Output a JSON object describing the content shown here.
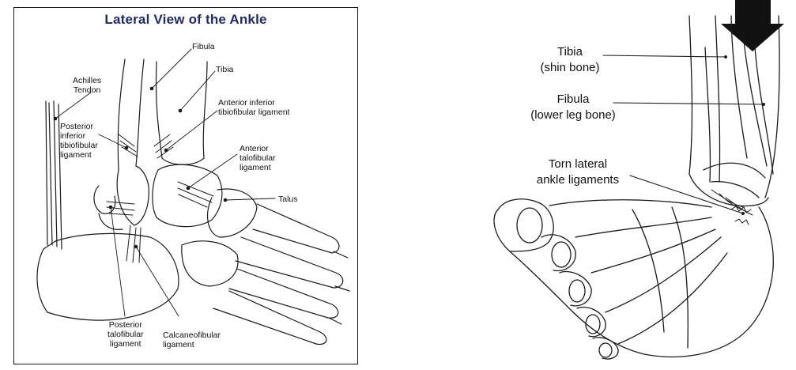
{
  "left_figure": {
    "title": "Lateral View of the Ankle",
    "labels": {
      "fibula": "Fibula",
      "tibia": "Tibia",
      "achilles": "Achilles\nTendon",
      "ant_inf_tibiofibular": "Anterior inferior\ntibiofibular ligament",
      "post_inf_tibiofibular": "Posterior\ninferior\ntibiofibular\nligament",
      "ant_talofibular": "Anterior\ntalofibular\nligament",
      "talus": "Talus",
      "post_talofibular": "Posterior\ntalofibular\nligament",
      "calcaneofibular": "Calcaneofibular\nligament"
    }
  },
  "right_figure": {
    "labels": {
      "tibia": "Tibia\n(shin bone)",
      "fibula": "Fibula\n(lower leg bone)",
      "torn": "Torn lateral\nankle ligaments"
    }
  }
}
